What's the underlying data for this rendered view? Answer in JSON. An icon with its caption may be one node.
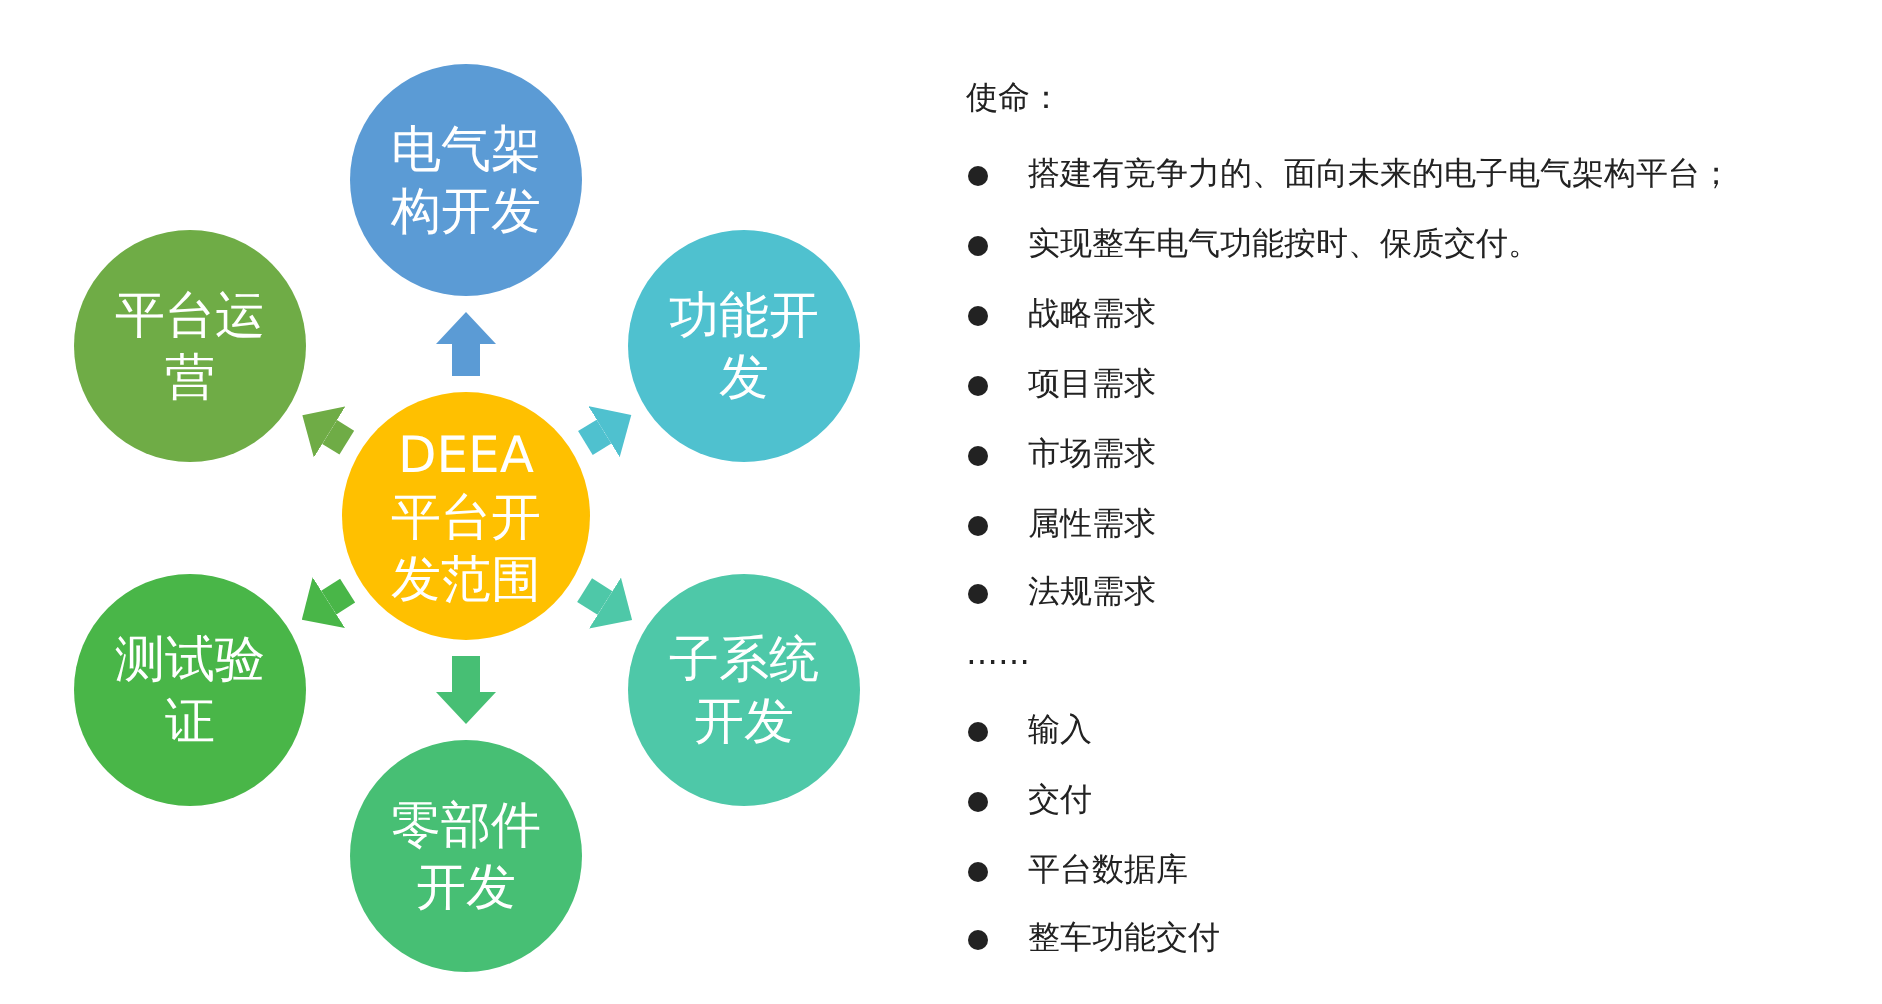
{
  "diagram": {
    "nodes": [
      {
        "text": [
          "DEEA平台开发范围"
        ]
      },
      {
        "text": [
          "电气架构开发"
        ]
      },
      {
        "text": [
          "功能开发"
        ]
      },
      {
        "text": [
          "子系统开发"
        ]
      },
      {
        "text": [
          "零部件开发"
        ]
      },
      {
        "text": [
          "测试验证"
        ]
      },
      {
        "text": [
          "平台运营"
        ]
      }
    ],
    "edges": [
      {
        "from": 0,
        "to": 1,
        "arrow": "to",
        "color": "#5b9bd5"
      },
      {
        "from": 0,
        "to": 2,
        "arrow": "to",
        "color": "#4fc1cf"
      },
      {
        "from": 0,
        "to": 3,
        "arrow": "to",
        "color": "#4ec8a8"
      },
      {
        "from": 0,
        "to": 4,
        "arrow": "to",
        "color": "#47bf74"
      },
      {
        "from": 0,
        "to": 5,
        "arrow": "to",
        "color": "#49b648"
      },
      {
        "from": 0,
        "to": 6,
        "arrow": "to",
        "color": "#6fac46"
      }
    ],
    "labels": [
      "使命：",
      "搭建有竞争力的、面向未来的电子电气架构平台；",
      "实现整车电气功能按时、保质交付。",
      "战略需求",
      "项目需求",
      "市场需求",
      "属性需求",
      "法规需求",
      "……",
      "输入",
      "交付",
      "平台数据库",
      "整车功能交付"
    ]
  }
}
